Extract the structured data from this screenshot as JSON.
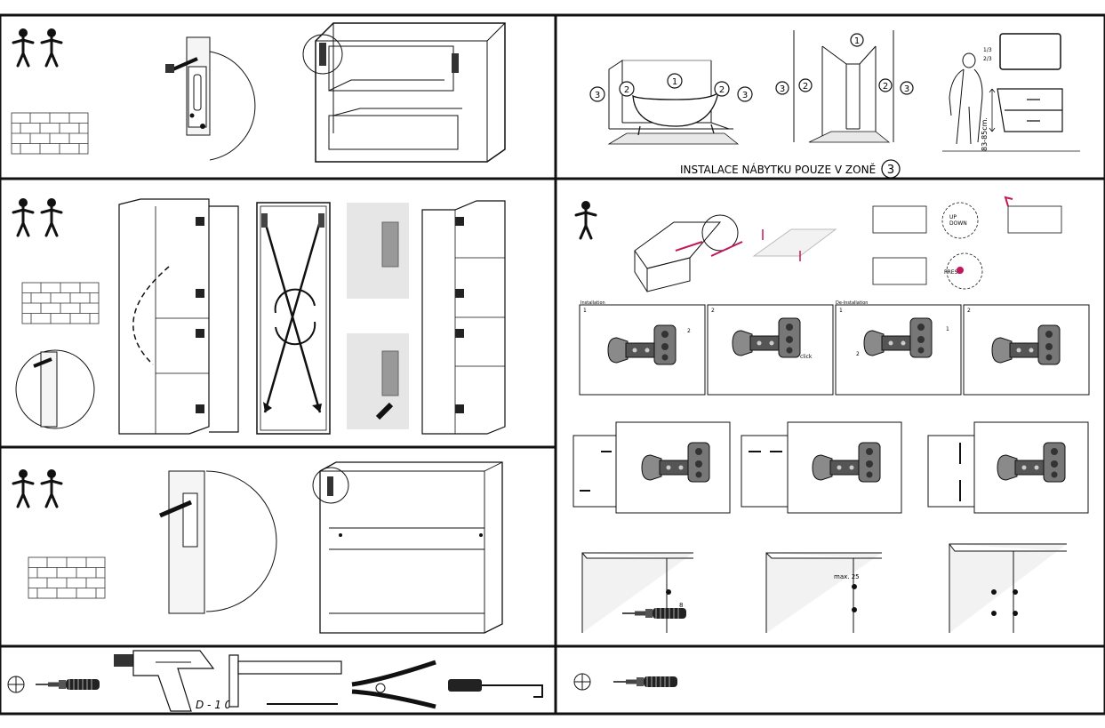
{
  "title": "Bathroom furniture assembly instructions",
  "zone_caption": "INSTALACE NÁBYTKU POUZE V ZONĚ",
  "zone_number": "3",
  "zone_labels": {
    "z1": "1",
    "z2": "2",
    "z3": "3"
  },
  "height_labels": {
    "one_third": "1/3",
    "two_third": "2/3",
    "counter_height": "83-85cm."
  },
  "hinge_sections": {
    "install": "Installation",
    "uninstall": "De-Installation",
    "step1": "1",
    "step2": "2",
    "click": "click",
    "c1": "1",
    "c2": "2"
  },
  "drawer_labels": {
    "up": "UP",
    "down": "DOWN",
    "press": "PRESS"
  },
  "drill_label": "D - 1 0",
  "spacing_labels": {
    "eight": "8",
    "max25": "max. 25"
  },
  "colors": {
    "line": "#1a1a1a",
    "accent": "#c2185b",
    "panel": "#e8e8e8",
    "hinge": "#888888"
  }
}
